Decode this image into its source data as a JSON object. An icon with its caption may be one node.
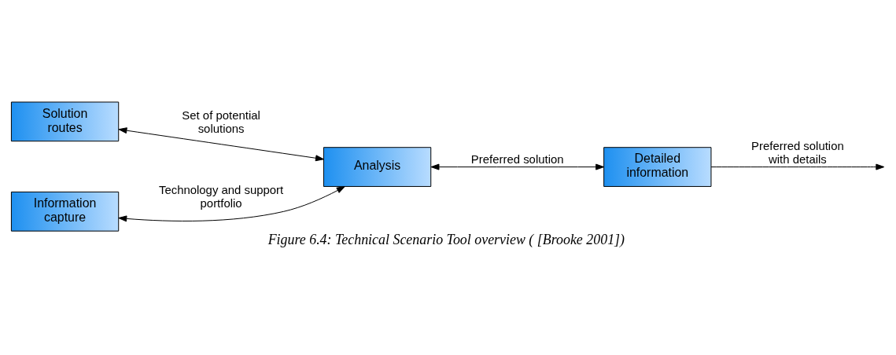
{
  "diagram": {
    "caption": "Figure 6.4: Technical Scenario Tool overview ( [Brooke 2001])",
    "nodes": [
      {
        "text": [
          "Solution routes"
        ]
      },
      {
        "text": [
          "Analysis"
        ]
      },
      {
        "text": [
          "Information capture"
        ]
      },
      {
        "text": [
          "Detailed information"
        ]
      }
    ],
    "edges": [
      {
        "from": 0,
        "to": 1,
        "arrow": "both",
        "label": "Set of potential solutions"
      },
      {
        "from": 2,
        "to": 1,
        "arrow": "both",
        "label": "Technology and support portfolio"
      },
      {
        "from": 1,
        "to": 3,
        "arrow": "both",
        "label": "Preferred solution"
      },
      {
        "from": 3,
        "to": null,
        "arrow": "to",
        "label": "Preferred solution with details"
      }
    ]
  }
}
